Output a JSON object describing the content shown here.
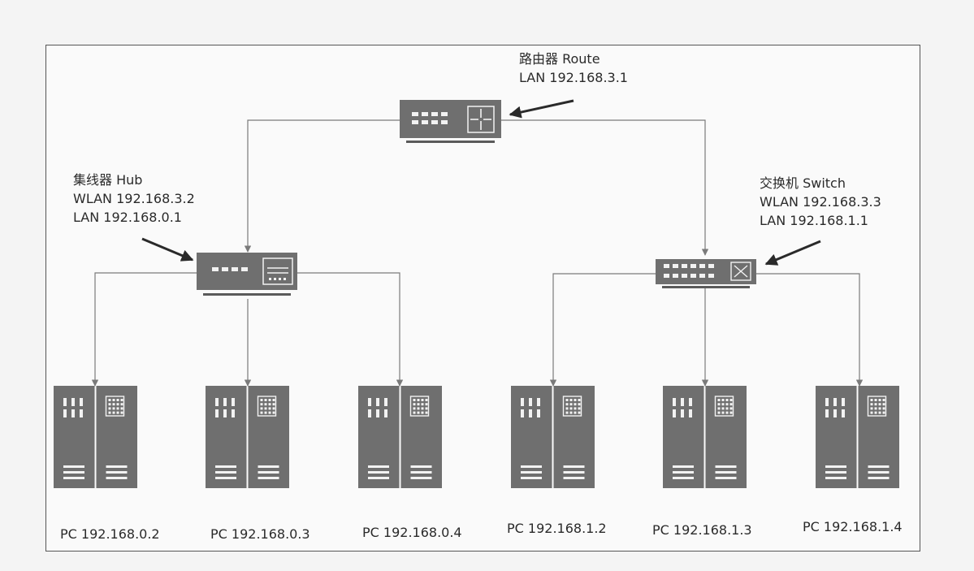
{
  "router": {
    "name": "路由器 Route",
    "lan": "LAN 192.168.3.1",
    "icon": "router-icon"
  },
  "hub": {
    "name": "集线器 Hub",
    "wlan": "WLAN 192.168.3.2",
    "lan": "LAN 192.168.0.1",
    "icon": "hub-icon"
  },
  "switch": {
    "name": "交换机 Switch",
    "wlan": "WLAN 192.168.3.3",
    "lan": "LAN 192.168.1.1",
    "icon": "switch-icon"
  },
  "pcs": [
    {
      "label": "PC 192.168.0.2",
      "icon": "server-icon"
    },
    {
      "label": "PC 192.168.0.3",
      "icon": "server-icon"
    },
    {
      "label": "PC 192.168.0.4",
      "icon": "server-icon"
    },
    {
      "label": "PC 192.168.1.2",
      "icon": "server-icon"
    },
    {
      "label": "PC 192.168.1.3",
      "icon": "server-icon"
    },
    {
      "label": "PC 192.168.1.4",
      "icon": "server-icon"
    }
  ],
  "colors": {
    "device_fill": "#6f6f6f",
    "line": "#7a7a7a",
    "frame": "#555555",
    "text": "#2a2a2a"
  }
}
